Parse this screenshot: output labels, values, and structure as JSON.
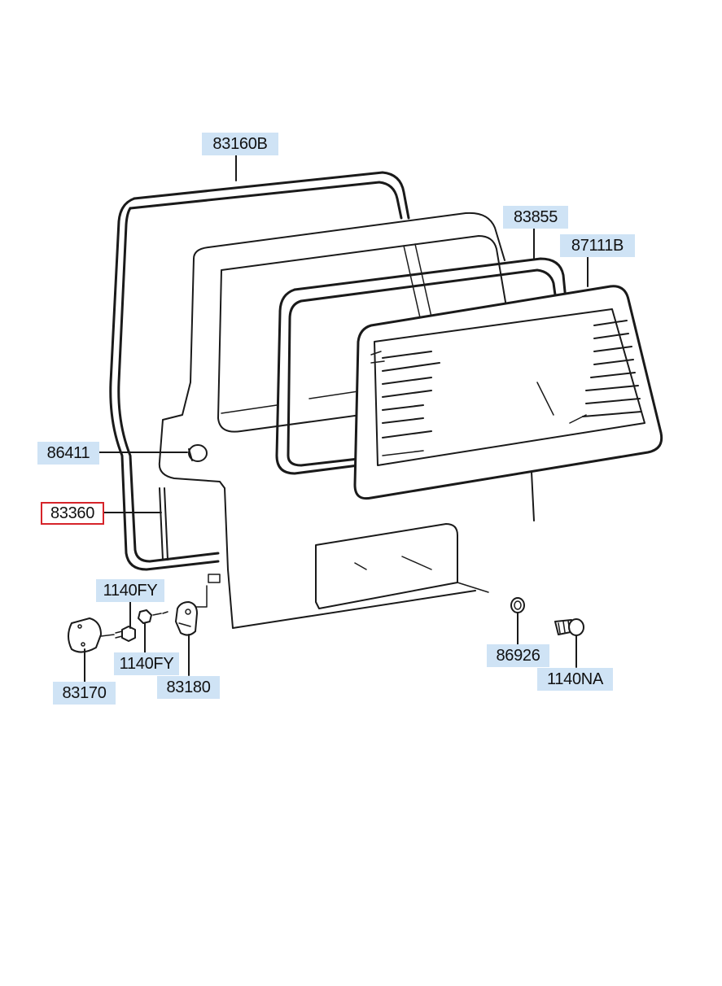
{
  "diagram": {
    "parts": [
      {
        "id": "83160B",
        "label": "83160B",
        "selected": false
      },
      {
        "id": "83855",
        "label": "83855",
        "selected": false
      },
      {
        "id": "87111B",
        "label": "87111B",
        "selected": false
      },
      {
        "id": "86411",
        "label": "86411",
        "selected": false
      },
      {
        "id": "83360",
        "label": "83360",
        "selected": true
      },
      {
        "id": "1140FY-top",
        "label": "1140FY",
        "selected": false
      },
      {
        "id": "1140FY-bottom",
        "label": "1140FY",
        "selected": false
      },
      {
        "id": "83170",
        "label": "83170",
        "selected": false
      },
      {
        "id": "83180",
        "label": "83180",
        "selected": false
      },
      {
        "id": "86926",
        "label": "86926",
        "selected": false
      },
      {
        "id": "1140NA",
        "label": "1140NA",
        "selected": false
      }
    ],
    "colors": {
      "label_bg": "#cfe3f5",
      "selected_border": "#d6242a",
      "line": "#1a1a1a"
    }
  }
}
